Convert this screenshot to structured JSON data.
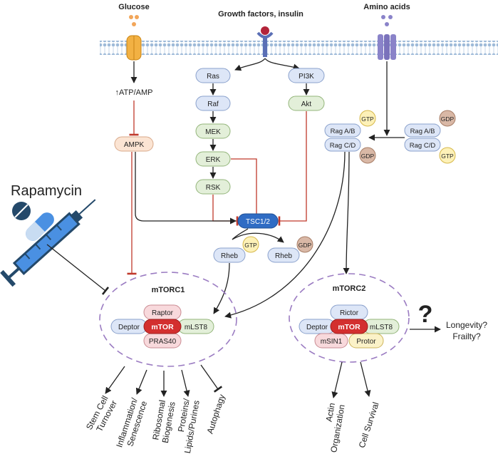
{
  "inputs": {
    "glucose": "Glucose",
    "growth_factors": "Growth factors, insulin",
    "amino_acids": "Amino acids"
  },
  "energy": {
    "atp_amp": "↑ATP/AMP",
    "ampk": "AMPK"
  },
  "mapk_cascade": [
    "Ras",
    "Raf",
    "MEK",
    "ERK",
    "RSK"
  ],
  "pi3k_cascade": [
    "PI3K",
    "Akt"
  ],
  "rag": {
    "active": {
      "top": "Rag A/B",
      "bottom": "Rag C/D",
      "top_nucleotide": "GTP",
      "bottom_nucleotide": "GDP"
    },
    "inactive": {
      "top": "Rag A/B",
      "bottom": "Rag C/D",
      "top_nucleotide": "GDP",
      "bottom_nucleotide": "GTP"
    }
  },
  "tsc": "TSC1/2",
  "rheb": {
    "active": {
      "label": "Rheb",
      "nucleotide": "GTP"
    },
    "inactive": {
      "label": "Rheb",
      "nucleotide": "GDP"
    }
  },
  "drug": "Rapamycin",
  "mtorc1": {
    "title": "mTORC1",
    "core": "mTOR",
    "top": "Raptor",
    "left": "Deptor",
    "right": "mLST8",
    "bottom": "PRAS40",
    "outputs": [
      [
        "Stem Cell",
        "Turnover"
      ],
      [
        "Inflammation/",
        "Senescence"
      ],
      [
        "Ribosomal",
        "Biogenesis"
      ],
      [
        "Proteins/",
        "Lipids/Purines"
      ],
      [
        "Autophagy"
      ]
    ]
  },
  "mtorc2": {
    "title": "mTORC2",
    "core": "mTOR",
    "top": "Rictor",
    "left": "Deptor",
    "right": "mLST8",
    "bottom_left": "mSIN1",
    "bottom_right": "Protor",
    "outputs": [
      [
        "Actin",
        "Organization"
      ],
      [
        "Cell Survival"
      ]
    ]
  },
  "outcome": {
    "symbol": "?",
    "lines": [
      "Longevity?",
      "Frailty?"
    ]
  },
  "colors": {
    "membrane": "#a9c4e0",
    "blue_node": "#dde6f7",
    "green_node": "#e3efd9",
    "orange_node": "#fbe4d3",
    "tsc_fill": "#2f6cc4",
    "mtor_fill": "#d32f2f",
    "inhibit": "#c0392b",
    "complex_border": "#9b7cc2"
  }
}
